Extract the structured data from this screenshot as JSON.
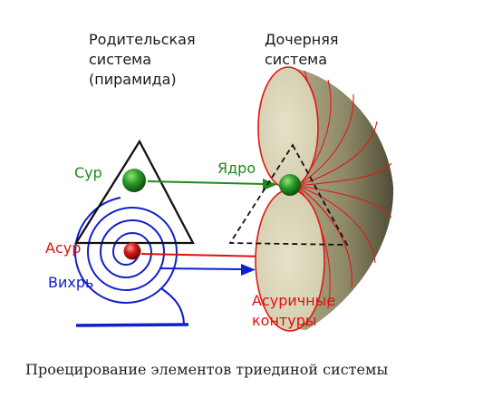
{
  "labels": {
    "parent_system": [
      "Родительская",
      "система",
      "(пирамида)"
    ],
    "daughter_system": [
      "Дочерняя",
      "система"
    ],
    "sur": "Сур",
    "asur": "Асур",
    "vortex": "Вихрь",
    "core": "Ядро",
    "asuric_contours": [
      "Асуричные",
      "контуры"
    ]
  },
  "caption": "Проецирование элементов триединой системы",
  "colors": {
    "sur": "#1e8a1e",
    "asur": "#e01010",
    "vortex": "#1020c8",
    "text": "#1a1a1a",
    "disc_fill": "#d8d3b6",
    "disc_edge": "#e01818",
    "shell_dark": "#6e6a4e"
  }
}
